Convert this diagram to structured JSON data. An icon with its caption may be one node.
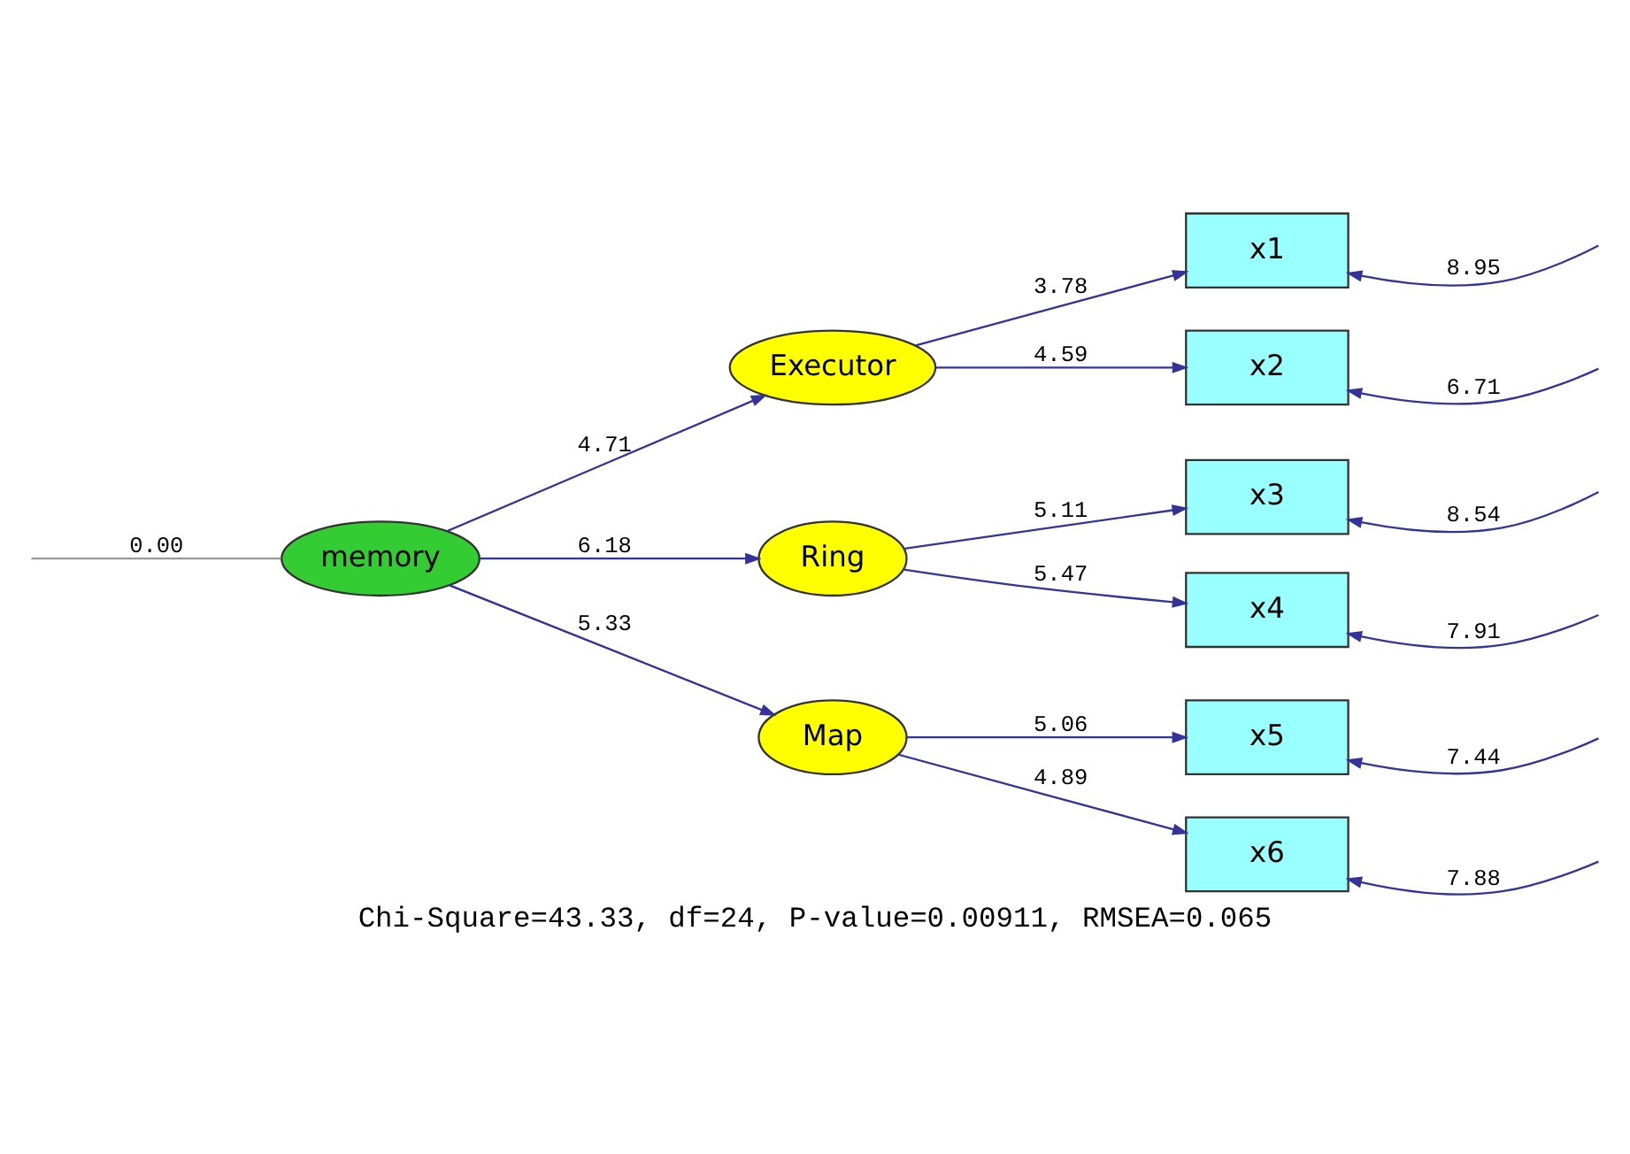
{
  "diagram": {
    "caption": "Chi-Square=43.33, df=24, P-value=0.00911, RMSEA=0.065",
    "nodes": [
      {
        "text": [
          "memory"
        ]
      },
      {
        "text": [
          "Executor"
        ]
      },
      {
        "text": [
          "Ring"
        ]
      },
      {
        "text": [
          "Map"
        ]
      },
      {
        "text": [
          "x1"
        ]
      },
      {
        "text": [
          "x2"
        ]
      },
      {
        "text": [
          "x3"
        ]
      },
      {
        "text": [
          "x4"
        ]
      },
      {
        "text": [
          "x5"
        ]
      },
      {
        "text": [
          "x6"
        ]
      }
    ],
    "edges": [
      {
        "from": null,
        "to": 0,
        "arrow": "none",
        "label": "0.00",
        "color": "#999999"
      },
      {
        "from": 0,
        "to": 1,
        "arrow": "to",
        "label": "4.71"
      },
      {
        "from": 0,
        "to": 2,
        "arrow": "to",
        "label": "6.18"
      },
      {
        "from": 0,
        "to": 3,
        "arrow": "to",
        "label": "5.33"
      },
      {
        "from": 1,
        "to": 4,
        "arrow": "to",
        "label": "3.78"
      },
      {
        "from": 1,
        "to": 5,
        "arrow": "to",
        "label": "4.59"
      },
      {
        "from": 2,
        "to": 6,
        "arrow": "to",
        "label": "5.11"
      },
      {
        "from": 2,
        "to": 7,
        "arrow": "to",
        "label": "5.47"
      },
      {
        "from": 3,
        "to": 8,
        "arrow": "to",
        "label": "5.06"
      },
      {
        "from": 3,
        "to": 9,
        "arrow": "to",
        "label": "4.89"
      },
      {
        "from": null,
        "to": 4,
        "arrow": "to",
        "label": "8.95"
      },
      {
        "from": null,
        "to": 5,
        "arrow": "to",
        "label": "6.71"
      },
      {
        "from": null,
        "to": 6,
        "arrow": "to",
        "label": "8.54"
      },
      {
        "from": null,
        "to": 7,
        "arrow": "to",
        "label": "7.91"
      },
      {
        "from": null,
        "to": 8,
        "arrow": "to",
        "label": "7.44"
      },
      {
        "from": null,
        "to": 9,
        "arrow": "to",
        "label": "7.88"
      }
    ]
  }
}
